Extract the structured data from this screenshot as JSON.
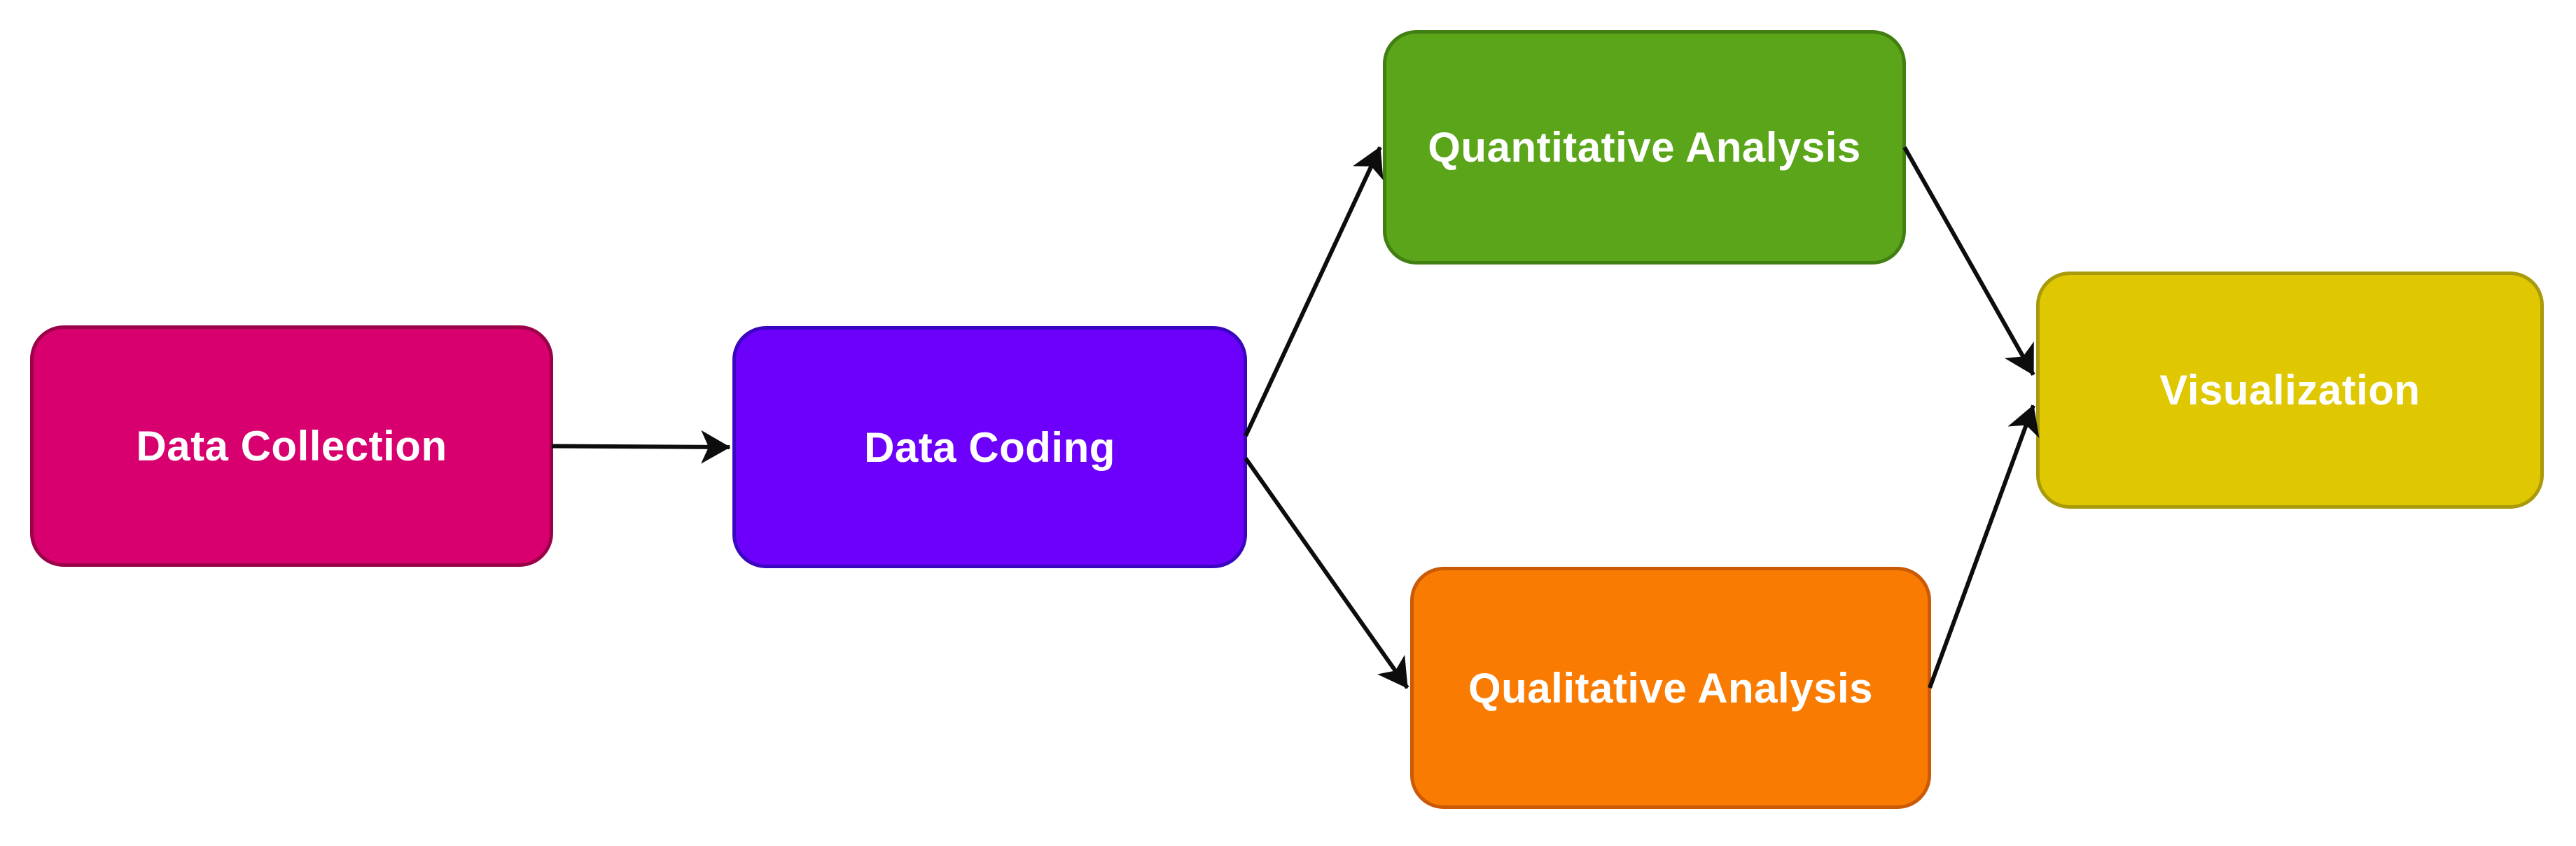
{
  "diagram": {
    "background_color": "#FFFFFF",
    "connector_color": "#0D0D0D",
    "text_color": "#FFFFFF",
    "nodes": [
      {
        "id": "data-collection",
        "label": "Data Collection",
        "fill": "#D8006E",
        "border": "#9B0149"
      },
      {
        "id": "data-coding",
        "label": "Data Coding",
        "fill": "#6D00FB",
        "border": "#3A06BF"
      },
      {
        "id": "quantitative-analysis",
        "label": "Quantitative Analysis",
        "fill": "#5AA51A",
        "border": "#417F12"
      },
      {
        "id": "qualitative-analysis",
        "label": "Qualitative Analysis",
        "fill": "#F97B02",
        "border": "#CA5A06"
      },
      {
        "id": "visualization",
        "label": "Visualization",
        "fill": "#DFC701",
        "border": "#A99A0B"
      }
    ],
    "edges": [
      {
        "from": "data-collection",
        "to": "data-coding"
      },
      {
        "from": "data-coding",
        "to": "quantitative-analysis"
      },
      {
        "from": "data-coding",
        "to": "qualitative-analysis"
      },
      {
        "from": "quantitative-analysis",
        "to": "visualization"
      },
      {
        "from": "qualitative-analysis",
        "to": "visualization"
      }
    ]
  }
}
